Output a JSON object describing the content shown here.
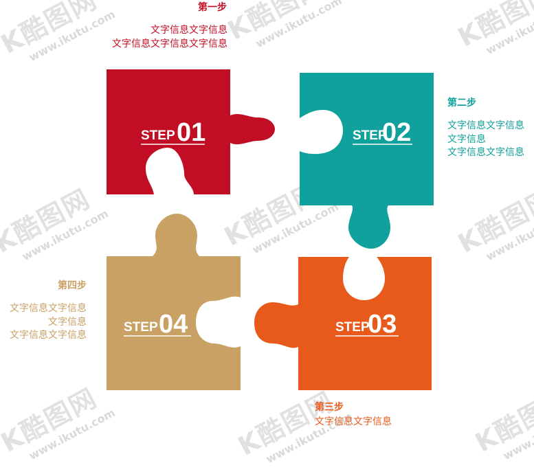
{
  "watermark": {
    "logo": "K酷图网",
    "url": "www.ikutu.com"
  },
  "colors": {
    "step1": "#C20E24",
    "step2": "#10A19C",
    "step3": "#E85A1B",
    "step4": "#C9A165"
  },
  "steps": [
    {
      "id": "step1",
      "title": "第一步",
      "desc": [
        "文字信息文字信息",
        "文字信息文字信息文字信息"
      ],
      "label_word": "STEP",
      "label_num": "01",
      "color": "#C20E24"
    },
    {
      "id": "step2",
      "title": "第二步",
      "desc": [
        "文字信息文字信息",
        "文字信息",
        "文字信息文字信息"
      ],
      "label_word": "STEP",
      "label_num": "02",
      "color": "#10A19C"
    },
    {
      "id": "step3",
      "title": "第三步",
      "desc": [
        "文字信息文字信息"
      ],
      "label_word": "STEP",
      "label_num": "03",
      "color": "#E85A1B"
    },
    {
      "id": "step4",
      "title": "第四步",
      "desc": [
        "文字信息文字信息",
        "文字信息",
        "文字信息文字信息"
      ],
      "label_word": "STEP",
      "label_num": "04",
      "color": "#C9A165"
    }
  ]
}
